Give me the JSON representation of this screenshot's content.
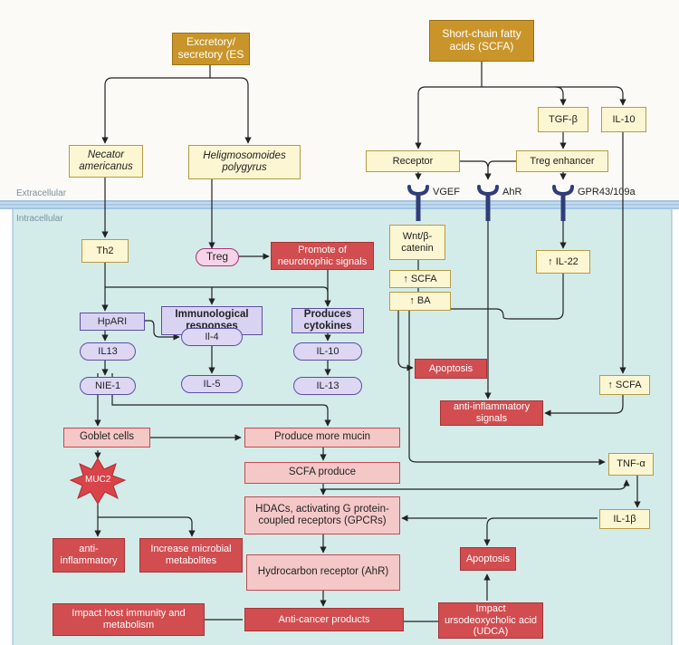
{
  "zones": {
    "extracellular": "Extracellular",
    "intracellular": "Intracellular"
  },
  "nodes": {
    "es": "Excretory/ secretory (ES",
    "scfa_top": "Short-chain fatty acids (SCFA)",
    "necator": "Necator americanus",
    "helig": "Heligmosomoides polygyrus",
    "tgfb": "TGF-β",
    "il10_top": "IL-10",
    "receptor": "Receptor",
    "treg_enh": "Treg enhancer",
    "th2": "Th2",
    "treg": "Treg",
    "neuro": "Promote of neurotrophic signals",
    "wnt": "Wnt/β-catenin",
    "il22": "↑ IL-22",
    "scfa_up1": "↑ SCFA",
    "ba_up": "↑ BA",
    "hpari": "HpARI",
    "immuno": "Immunological responses",
    "produces": "Produces cytokines",
    "il13a": "IL13",
    "il4": "Il-4",
    "il10b": "IL-10",
    "apoptosis1": "Apoptosis",
    "nie1": "NIE-1",
    "il5": "IL-5",
    "il13b": "IL-13",
    "scfa_up2": "↑ SCFA",
    "antiinf_signals": "anti-inflammatory signals",
    "goblet": "Goblet cells",
    "mucin": "Produce more mucin",
    "tnfa": "TNF-α",
    "muc2": "MUC2",
    "scfa_produce": "SCFA produce",
    "hdac": "HDACs, activating G protein-coupled receptors (GPCRs)",
    "il1b": "IL-1β",
    "antiinf": "anti-inflammatory",
    "microbial": "Increase microbial metabolites",
    "apoptosis2": "Apoptosis",
    "ahr_box": "Hydrocarbon receptor (AhR)",
    "host": "Impact host immunity and metabolism",
    "anticancer": "Anti-cancer products",
    "udca": "Impact ursodeoxycholic acid (UDCA)"
  },
  "receptors": {
    "vgef": "VGEF",
    "ahr": "AhR",
    "gpr": "GPR43/109a"
  },
  "colors": {
    "gold": "#c9952a",
    "cream": "#fdf6d2",
    "lavender": "#d9d3f2",
    "red": "#d24d50",
    "pink": "#f5c8c8",
    "membrane": "#aacbe6",
    "intracellular": "#d3ece9",
    "receptor": "#2f3d7a"
  }
}
